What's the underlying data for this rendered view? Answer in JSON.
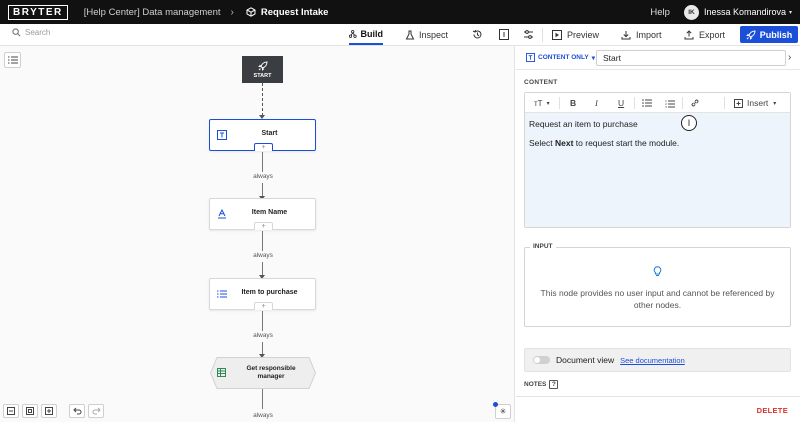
{
  "topbar": {
    "logo": "BRYTER",
    "breadcrumb": "[Help Center] Data management",
    "breadcrumb_sep": "›",
    "project": "Request Intake",
    "help": "Help",
    "user_initials": "IK",
    "user_name": "Inessa Komandirova",
    "user_caret": "▾"
  },
  "toolbar": {
    "search_placeholder": "Search",
    "tabs": [
      {
        "label": "Build"
      },
      {
        "label": "Inspect"
      }
    ],
    "preview": "Preview",
    "import": "Import",
    "export": "Export",
    "publish": "Publish"
  },
  "canvas": {
    "start_label": "START",
    "connector_label": "always",
    "nodes": [
      {
        "label": "Start",
        "icon": "text-icon"
      },
      {
        "label": "Item Name",
        "icon": "text-input-icon"
      },
      {
        "label": "Item to purchase",
        "icon": "list-icon"
      },
      {
        "label": "Get responsible manager",
        "icon": "table-icon"
      }
    ],
    "plus": "+",
    "snow": "✳"
  },
  "panel": {
    "content_only": "CONTENT ONLY",
    "content_only_caret": "▾",
    "node_title": "Start",
    "chevron": "›",
    "content_label": "CONTENT",
    "editor_toolbar": {
      "text_style": "ᴛT",
      "bold": "B",
      "italic": "I",
      "underline": "U",
      "insert": "Insert"
    },
    "editor": {
      "line1": "Request an item to purchase",
      "line2_pre": "Select ",
      "line2_bold": "Next",
      "line2_post": " to request start the module."
    },
    "cursor": "I",
    "input_label": "INPUT",
    "input_text": "This node provides no user input and cannot be referenced by other nodes.",
    "doc_view": "Document view",
    "doc_link": "See documentation",
    "notes": "NOTES",
    "notes_help": "?",
    "delete": "DELETE"
  },
  "colors": {
    "accent": "#1b4fd8",
    "topbar": "#111111",
    "delete": "#d9312b",
    "editor_bg": "#eef4fc"
  }
}
